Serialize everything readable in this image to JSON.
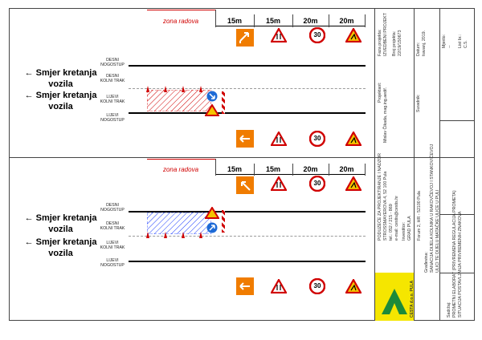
{
  "diagram": {
    "panel1": {
      "zone_label": "zona radova",
      "distances": [
        "15m",
        "15m",
        "20m",
        "20m"
      ],
      "lane_labels": [
        "DESNI\nNOGOSTUP",
        "DESNI\nKOLNI TRAK",
        "LIJEVI\nKOLNI TRAK",
        "LIJEVI\nNOGOSTUP"
      ],
      "direction_labels": [
        "← Smjer kretanja\nvozila",
        "← Smjer kretanja\nvozila"
      ]
    },
    "panel2": {
      "zone_label": "zona radova",
      "distances": [
        "15m",
        "15m",
        "20m",
        "20m"
      ],
      "lane_labels": [
        "DESNI\nNOGOSTUP",
        "DESNI\nKOLNI TRAK",
        "LIJEVI\nKOLNI TRAK",
        "LIJEVI\nNOGOSTUP"
      ],
      "direction_labels": [
        "← Smjer kretanja\nvozila",
        "← Smjer kretanja\nvozila"
      ]
    },
    "speed_sign": "30",
    "colors": {
      "zone_red": "#d00000",
      "sign_orange": "#f07c00",
      "hatch_red": "#d00000",
      "hatch_blue": "#1a3cff",
      "sign_blue": "#1d6ad6"
    }
  },
  "title_block": {
    "col1": {
      "faza_label": "Faza projekta:",
      "faza_value": "IZVEDBENI PROJEKT",
      "broj_label": "Broj projekta:",
      "broj_value": "22/19/150673",
      "datum_label": "Datum:",
      "datum_value": "travanj, 2019.",
      "mjerilo_label": "Mjerilo:",
      "mjerilo_value": "--",
      "list_label": "List br.:",
      "list_value": "C.5."
    },
    "col2": {
      "projektant_label": "Projektant:",
      "projektant_value": "Mislav Čikada, mag.ing.aedif.",
      "suradnik_label": "Suradnik:"
    },
    "col3": {
      "company_lines": [
        "PODUZEĆE ZA PROJEKTIRANJE I NADZOR",
        "STROSSMAYEROVA 4, 52 100 Pula",
        "tel.: 052 / 215 - 869",
        "e-mail: cestis@cestis.hr"
      ],
      "investitor_label": "Investitor:",
      "investitor_lines": [
        "GRAD PULA",
        "Forum 2, HR - 52100 Pula"
      ],
      "gradevina_label": "Građevina:",
      "gradevina_lines": [
        "SANACIJA DIJELA KOLNIKA U RAKOVČEVOJ I STANKOVIĆEVOJ",
        "ULICI TE DIJELU MATAČKE ULICE U PULI"
      ],
      "sadrzaj_label": "Sadržaj:",
      "sadrzaj_lines": [
        "PROMETNI ELABORAT (PRIVREMENA REGULACIJA PROMETA)",
        "SITUACIJA POSTAVLJANJA PRIVREMENIH ZNAKOVA"
      ],
      "logo_text": "CESTA d.o.o. PULA"
    }
  }
}
